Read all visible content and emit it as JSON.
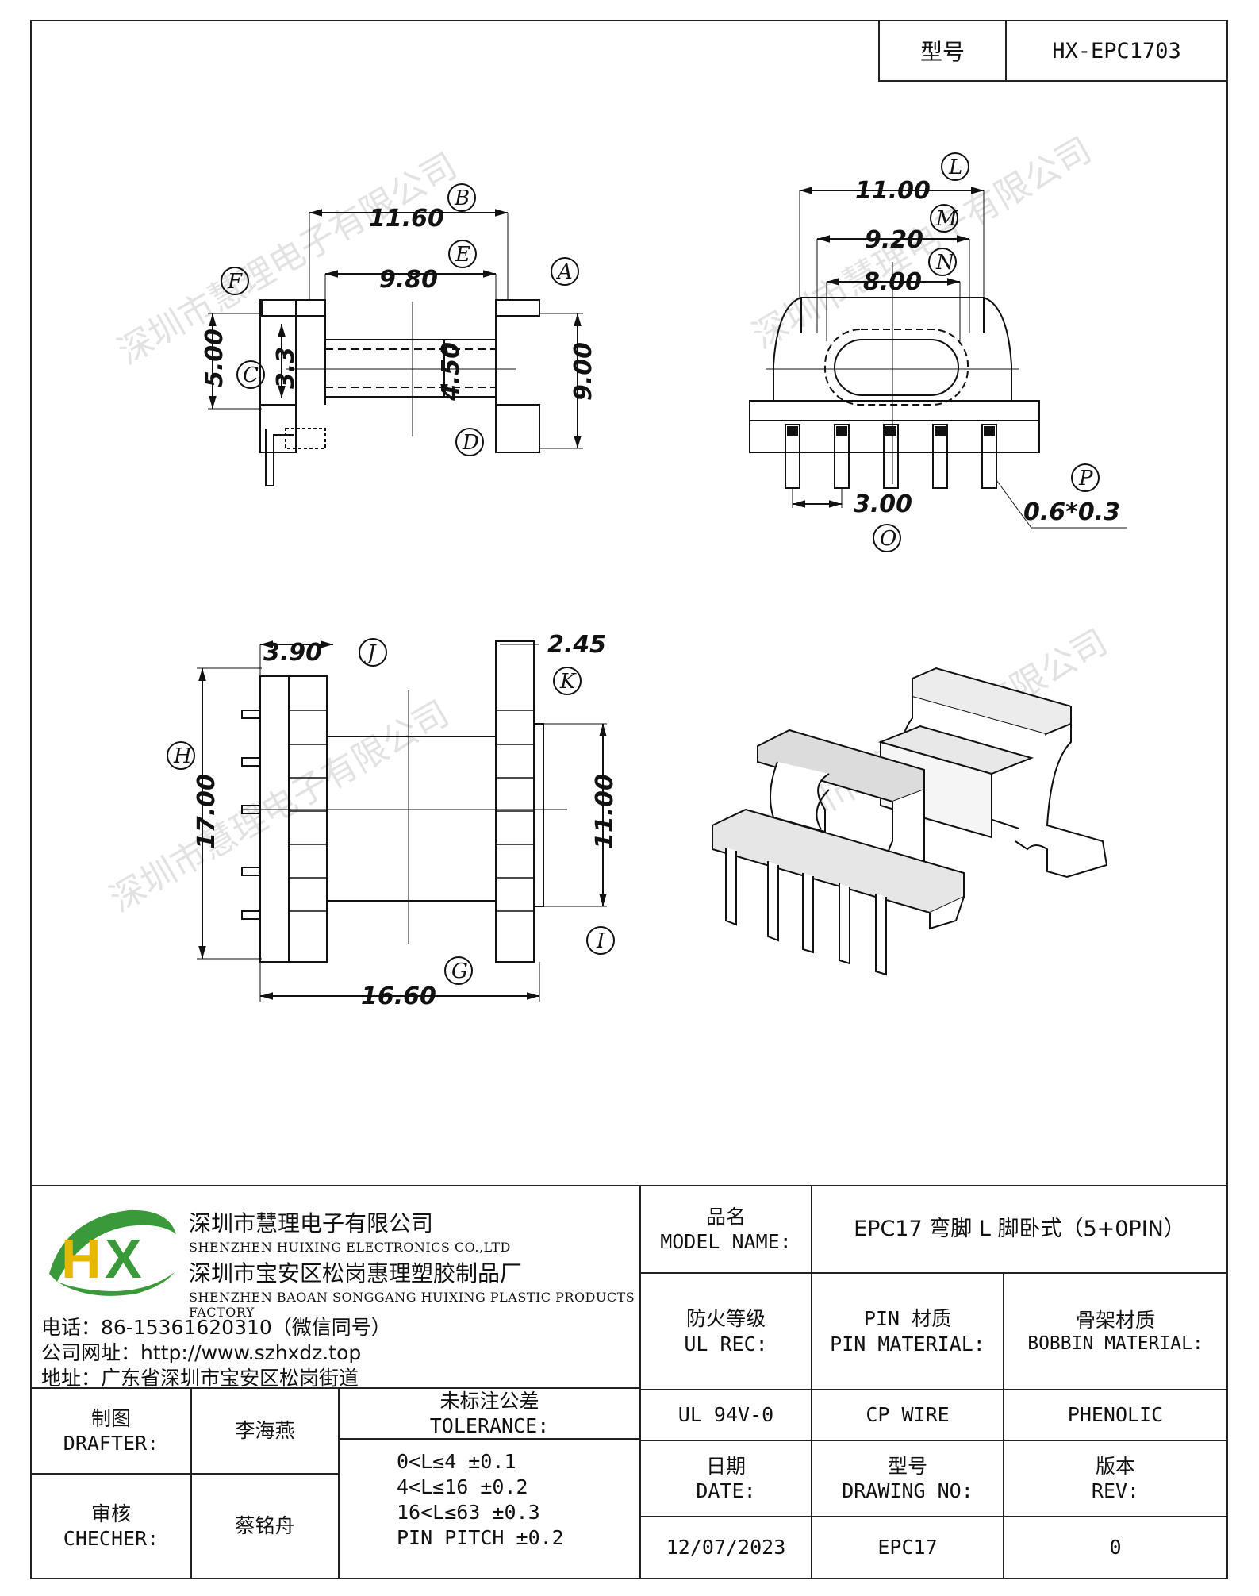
{
  "header": {
    "model_label": "型号",
    "model_value": "HX-EPC1703"
  },
  "drawing": {
    "dims": {
      "A": "A",
      "B": "B",
      "C": "C",
      "D": "D",
      "E": "E",
      "F": "F",
      "G": "G",
      "H": "H",
      "I": "I",
      "J": "J",
      "K": "K",
      "L": "L",
      "M": "M",
      "N": "N",
      "O": "O",
      "P": "P",
      "b_val": "11.60",
      "e_val": "9.80",
      "a_val": "9.00",
      "f_val": "5.00",
      "c_val": "3.3",
      "d_val": "4.50",
      "l_val": "11.00",
      "m_val": "9.20",
      "n_val": "8.00",
      "o_val": "3.00",
      "p_val": "0.6*0.3",
      "j_val": "3.90",
      "k_val": "2.45",
      "h_val": "17.00",
      "i_val": "11.00",
      "g_val": "16.60"
    },
    "watermark": "深圳市慧理电子有限公司"
  },
  "title_block": {
    "company_cn": "深圳市慧理电子有限公司",
    "company_en": "SHENZHEN HUIXING ELECTRONICS CO.,LTD",
    "factory_cn": "深圳市宝安区松岗惠理塑胶制品厂",
    "factory_en": "SHENZHEN BAOAN SONGGANG HUIXING PLASTIC PRODUCTS FACTORY",
    "phone": "电话：86-15361620310（微信同号）",
    "website": "公司网址：http://www.szhxdz.top",
    "address": "地址：广东省深圳市宝安区松岗街道",
    "logo_text": "HX",
    "model_name_cn": "品名",
    "model_name_en": "MODEL NAME:",
    "model_name_value": "EPC17 弯脚 L 脚卧式（5+0PIN）",
    "ul_rec_cn": "防火等级",
    "ul_rec_en": "UL REC:",
    "pin_material_cn": "PIN 材质",
    "pin_material_en": "PIN MATERIAL:",
    "bobbin_material_cn": "骨架材质",
    "bobbin_material_en": "BOBBIN MATERIAL:",
    "ul_value": "UL 94V-0",
    "pin_value": "CP WIRE",
    "bobbin_value": "PHENOLIC",
    "drafter_cn": "制图",
    "drafter_en": "DRAFTER:",
    "drafter_name": "李海燕",
    "checker_cn": "审核",
    "checker_en": "CHECHER:",
    "checker_name": "蔡铭舟",
    "tolerance_cn": "未标注公差",
    "tolerance_en": "TOLERANCE:",
    "tolerances": [
      "0<L≤4   ±0.1",
      "4<L≤16  ±0.2",
      "16<L≤63  ±0.3",
      "PIN PITCH  ±0.2"
    ],
    "date_cn": "日期",
    "date_en": "DATE:",
    "drawing_no_cn": "型号",
    "drawing_no_en": "DRAWING NO:",
    "rev_cn": "版本",
    "rev_en": "REV:",
    "date_value": "12/07/2023",
    "drawing_no_value": "EPC17",
    "rev_value": "0"
  },
  "colors": {
    "logo_green": "#3a9a3a",
    "logo_yellow": "#e6b800",
    "line": "#111111",
    "watermark": "#d9d9d9"
  }
}
